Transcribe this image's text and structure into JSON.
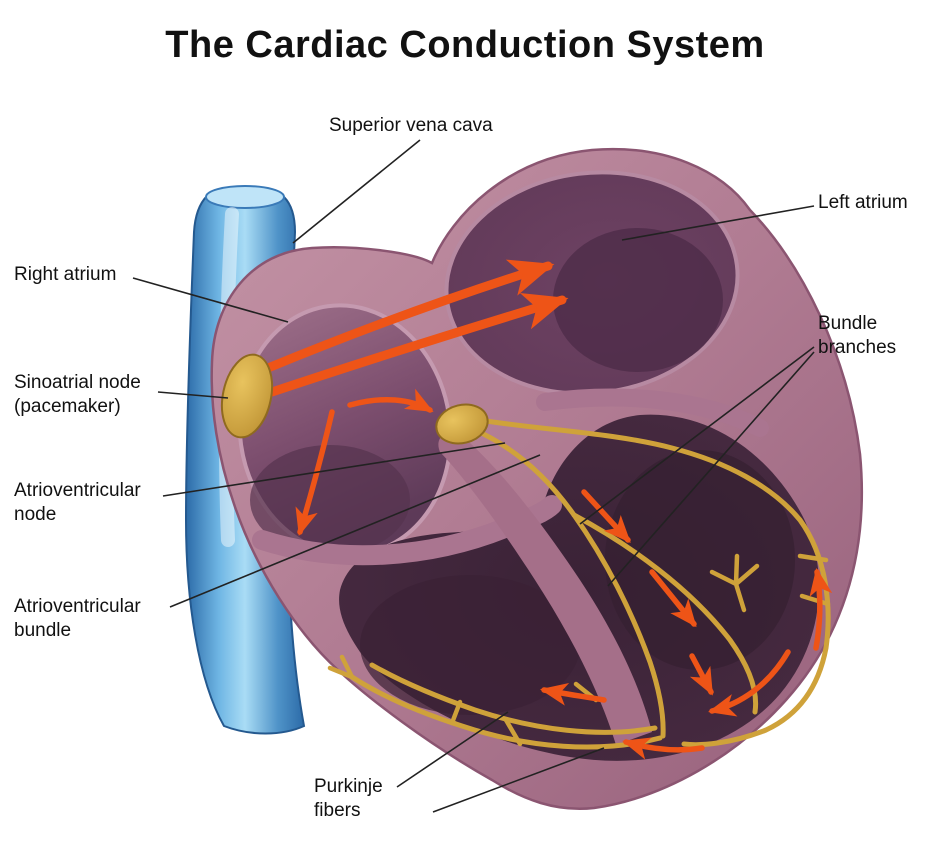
{
  "title": "The Cardiac Conduction System",
  "labels": {
    "superior_vena_cava": "Superior vena cava",
    "left_atrium": "Left atrium",
    "right_atrium": "Right atrium",
    "sinoatrial_node": "Sinoatrial node\n(pacemaker)",
    "atrioventricular_node": "Atrioventricular\nnode",
    "atrioventricular_bundle": "Atrioventricular\nbundle",
    "bundle_branches": "Bundle\nbranches",
    "purkinje_fibers": "Purkinje\nfibers"
  },
  "colors": {
    "background": "#ffffff",
    "heart_wall": "#b07b92",
    "chamber_dark": "#45293f",
    "vena_cava_blue": "#4f93c8",
    "conduction_gold": "#cfa23a",
    "impulse_orange": "#ee5417",
    "node_gold": "#c99a35",
    "label_text": "#111111"
  }
}
